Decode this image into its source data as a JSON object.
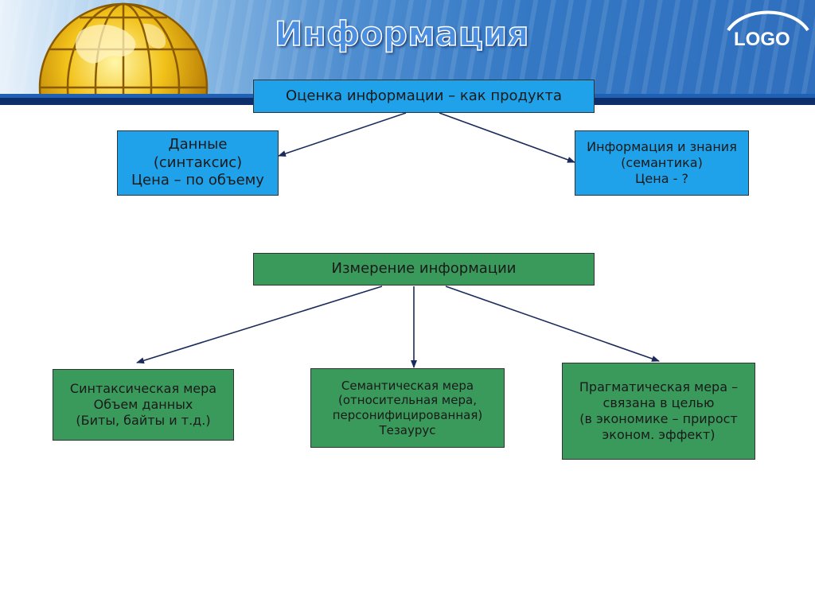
{
  "header": {
    "title": "Информация",
    "logo": "LOGO",
    "globe_icon": "globe-icon"
  },
  "colors": {
    "blue_box": "#1fa2ea",
    "green_box": "#3a9a5b",
    "arrow": "#1a2a5a",
    "header_dark_stripe": "#0d2d6b"
  },
  "diagram": {
    "top_root": "Оценка информации – как продукта",
    "data_box": "Данные\n(синтаксис)\nЦена – по объему",
    "knowledge_box": "Информация и знания\n(семантика)\nЦена - ?",
    "measure_root": "Измерение информации",
    "syntactic": "Синтаксическая мера\nОбъем данных\n(Биты, байты и т.д.)",
    "semantic": "Семантическая мера\n(относительная мера,\nперсонифицированная)\nТезаурус",
    "pragmatic": "Прагматическая мера –\nсвязана в целью\n(в экономике – прирост\nэконом. эффект)"
  }
}
